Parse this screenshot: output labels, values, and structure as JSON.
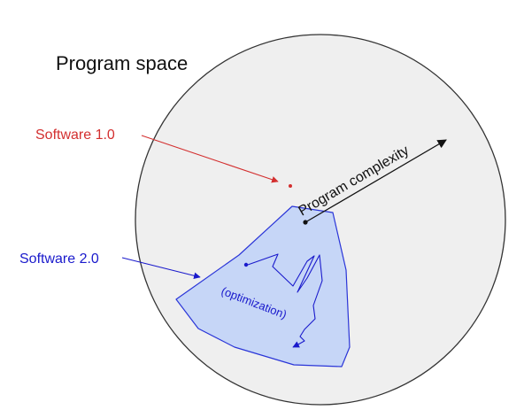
{
  "title": "Program space",
  "software1": {
    "label": "Software 1.0",
    "color": "#d32f2f"
  },
  "software2": {
    "label": "Software 2.0",
    "color": "#1a1acc",
    "region_fill": "#c6d6f7",
    "region_stroke": "#2a35d8"
  },
  "axis": {
    "label": "Program complexity"
  },
  "optimization": {
    "label": "(optimization)"
  },
  "colors": {
    "circle_fill": "#efefef",
    "circle_stroke": "#333333",
    "text": "#111111"
  }
}
